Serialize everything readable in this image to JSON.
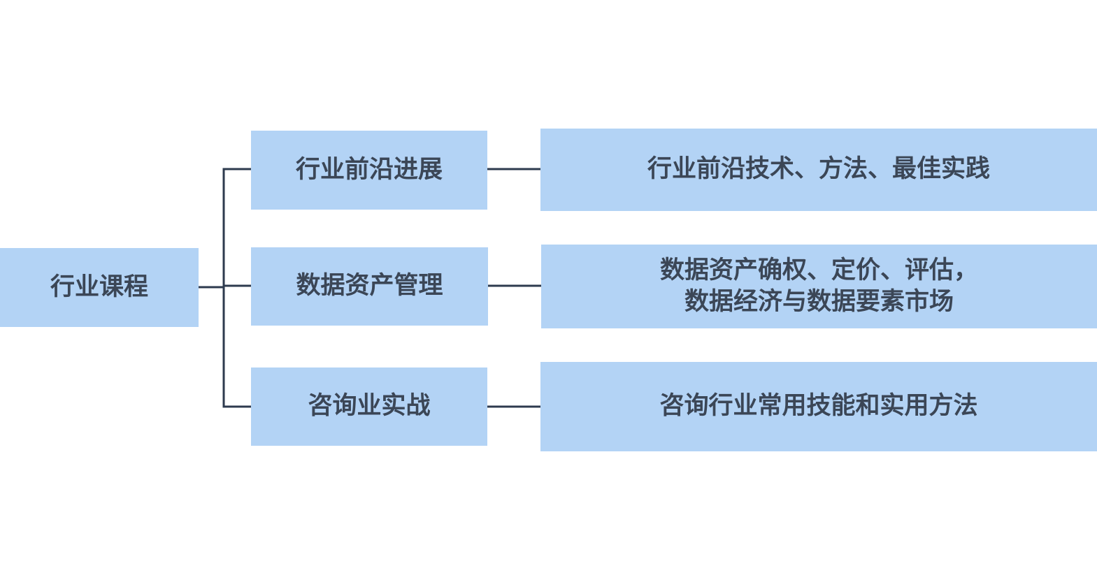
{
  "root": {
    "label": "行业课程"
  },
  "branches": [
    {
      "label": "行业前沿进展",
      "detail_lines": [
        "行业前沿技术、方法、最佳实践"
      ]
    },
    {
      "label": "数据资产管理",
      "detail_lines": [
        "数据资产确权、定价、评估，",
        "数据经济与数据要素市场"
      ]
    },
    {
      "label": "咨询业实战",
      "detail_lines": [
        "咨询行业常用技能和实用方法"
      ]
    }
  ],
  "colors": {
    "box_fill": "#b3d3f5",
    "text": "#3b4656",
    "connector": "#2d3a4e"
  }
}
